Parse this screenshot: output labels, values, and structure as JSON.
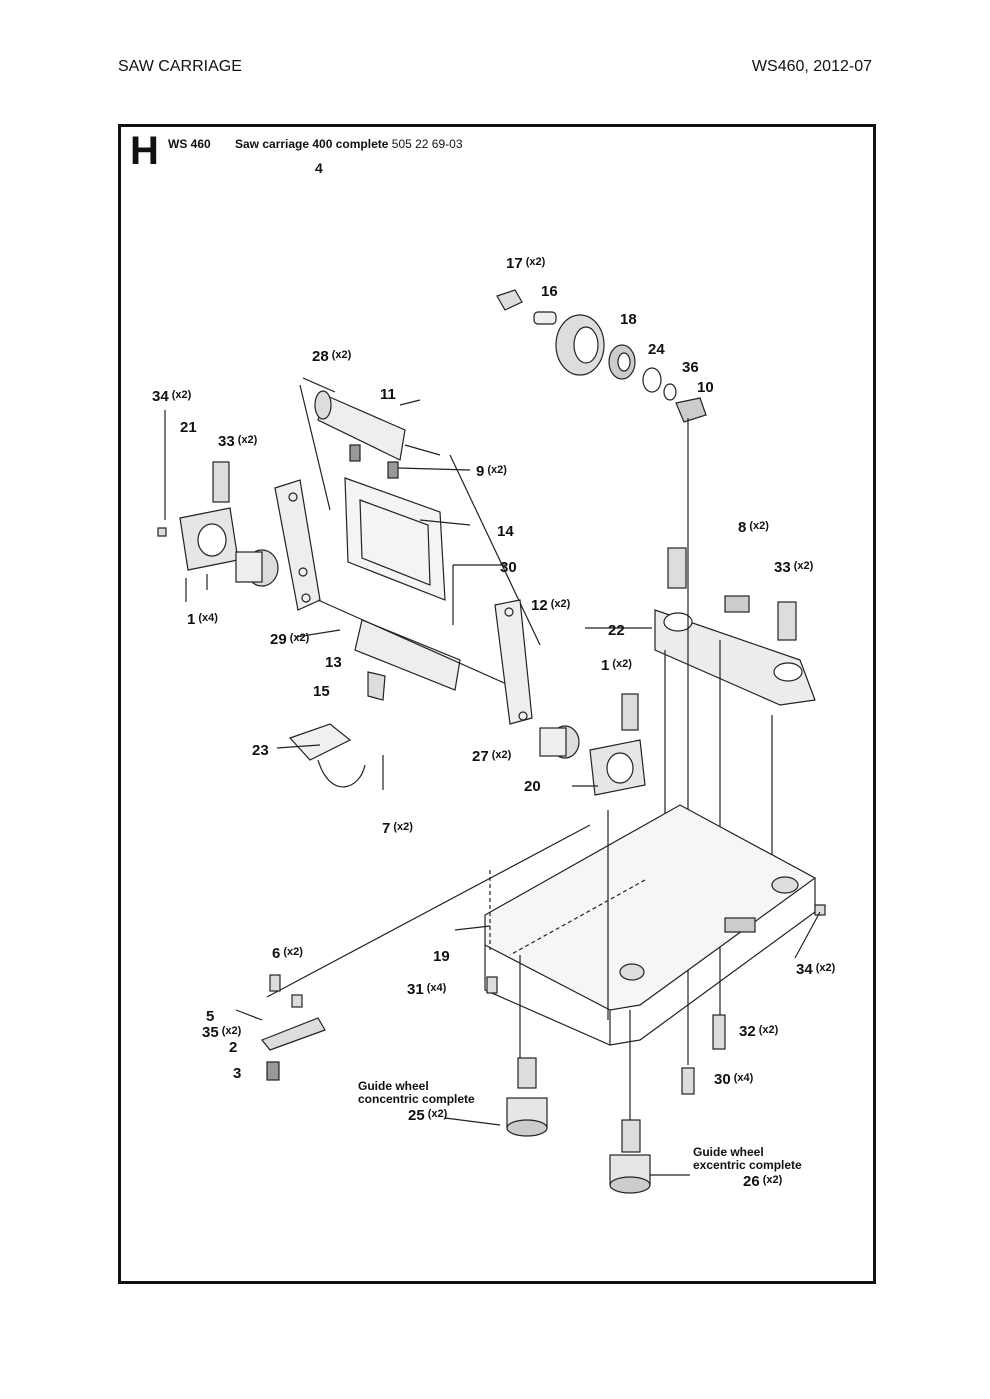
{
  "header": {
    "section_title": "SAW CARRIAGE",
    "model_date": "WS460, 2012-07"
  },
  "diagram": {
    "section_letter": "H",
    "model": "WS 460",
    "assembly_name": "Saw carriage 400 complete",
    "assembly_part_no": "505 22 69-03",
    "assembly_ref": "4"
  },
  "callouts": [
    {
      "num": "17",
      "qty": "(x2)"
    },
    {
      "num": "16",
      "qty": ""
    },
    {
      "num": "18",
      "qty": ""
    },
    {
      "num": "24",
      "qty": ""
    },
    {
      "num": "36",
      "qty": ""
    },
    {
      "num": "10",
      "qty": ""
    },
    {
      "num": "28",
      "qty": "(x2)"
    },
    {
      "num": "11",
      "qty": ""
    },
    {
      "num": "34",
      "qty": "(x2)"
    },
    {
      "num": "21",
      "qty": ""
    },
    {
      "num": "33",
      "qty": "(x2)"
    },
    {
      "num": "9",
      "qty": "(x2)"
    },
    {
      "num": "14",
      "qty": ""
    },
    {
      "num": "30",
      "qty": ""
    },
    {
      "num": "8",
      "qty": "(x2)"
    },
    {
      "num": "33",
      "qty": "(x2)"
    },
    {
      "num": "12",
      "qty": "(x2)"
    },
    {
      "num": "1",
      "qty": "(x4)"
    },
    {
      "num": "22",
      "qty": ""
    },
    {
      "num": "29",
      "qty": "(x2)"
    },
    {
      "num": "1",
      "qty": "(x2)"
    },
    {
      "num": "13",
      "qty": ""
    },
    {
      "num": "15",
      "qty": ""
    },
    {
      "num": "23",
      "qty": ""
    },
    {
      "num": "27",
      "qty": "(x2)"
    },
    {
      "num": "20",
      "qty": ""
    },
    {
      "num": "7",
      "qty": "(x2)"
    },
    {
      "num": "19",
      "qty": ""
    },
    {
      "num": "6",
      "qty": "(x2)"
    },
    {
      "num": "34",
      "qty": "(x2)"
    },
    {
      "num": "31",
      "qty": "(x4)"
    },
    {
      "num": "5",
      "qty": ""
    },
    {
      "num": "35",
      "qty": "(x2)"
    },
    {
      "num": "2",
      "qty": ""
    },
    {
      "num": "32",
      "qty": "(x2)"
    },
    {
      "num": "3",
      "qty": ""
    },
    {
      "num": "30",
      "qty": "(x4)"
    },
    {
      "num": "25",
      "qty": "(x2)"
    },
    {
      "num": "26",
      "qty": "(x2)"
    }
  ],
  "notes": {
    "guide_concentric_line1": "Guide wheel",
    "guide_concentric_line2": "concentric complete",
    "guide_eccentric_line1": "Guide wheel",
    "guide_eccentric_line2": "excentric complete"
  }
}
